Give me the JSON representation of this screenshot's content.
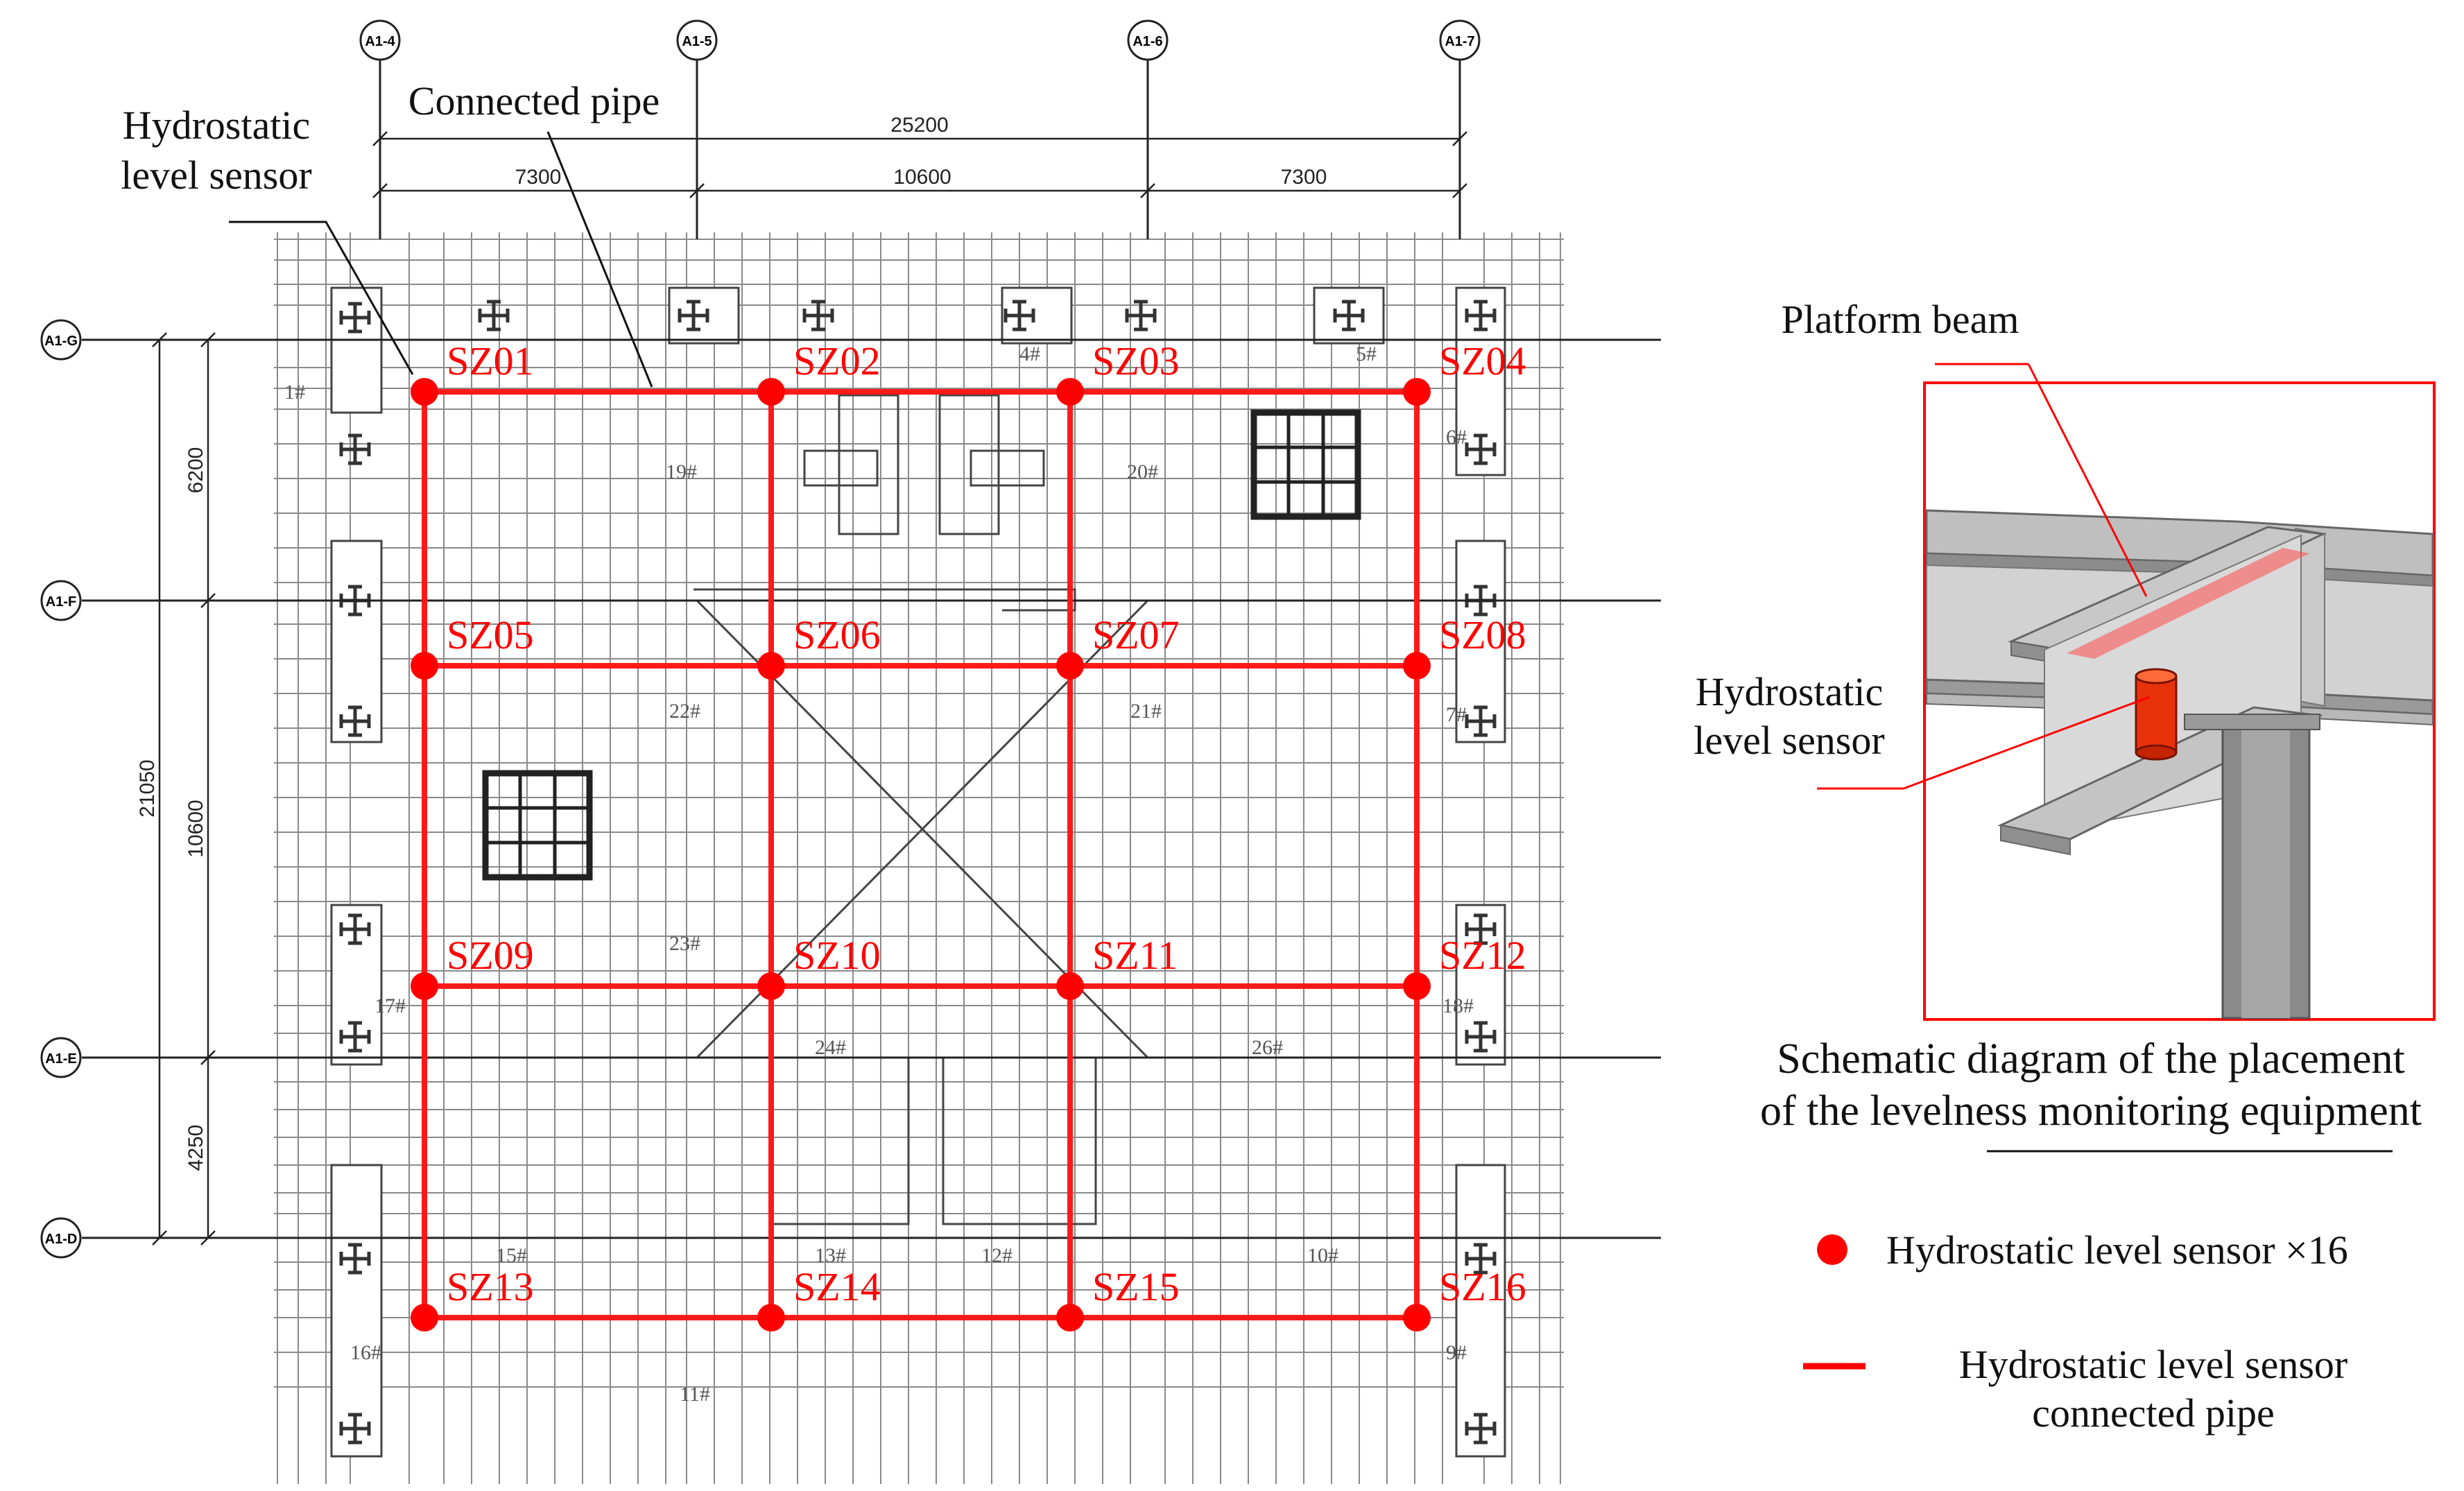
{
  "plan": {
    "axis_bubbles": {
      "top": [
        "A1-4",
        "A1-5",
        "A1-6",
        "A1-7"
      ],
      "left": [
        "A1-G",
        "A1-F",
        "A1-E",
        "A1-D"
      ]
    },
    "dimensions": {
      "total_width": "25200",
      "span_left": "7300",
      "span_middle": "10600",
      "span_right": "7300",
      "total_height": "21050",
      "span_top": "6200",
      "span_mid": "10600",
      "span_bottom": "4250"
    },
    "callouts": {
      "sensor": [
        "Hydrostatic",
        "level sensor"
      ],
      "pipe": "Connected pipe"
    },
    "sensor_labels": [
      "SZ01",
      "SZ02",
      "SZ03",
      "SZ04",
      "SZ05",
      "SZ06",
      "SZ07",
      "SZ08",
      "SZ09",
      "SZ10",
      "SZ11",
      "SZ12",
      "SZ13",
      "SZ14",
      "SZ15",
      "SZ16"
    ],
    "member_marks": [
      "1#",
      "4#",
      "5#",
      "6#",
      "19#",
      "20#",
      "22#",
      "21#",
      "7#",
      "23#",
      "17#",
      "18#",
      "24#",
      "26#",
      "15#",
      "13#",
      "12#",
      "10#",
      "16#",
      "9#",
      "11#"
    ]
  },
  "detail": {
    "beam_label": "Platform beam",
    "sensor_label": [
      "Hydrostatic",
      "level sensor"
    ],
    "caption": [
      "Schematic diagram of the placement",
      "of the levelness monitoring equipment"
    ]
  },
  "legend": {
    "sensor": "Hydrostatic level sensor ×16",
    "pipe": [
      "Hydrostatic level sensor",
      "connected pipe"
    ]
  },
  "colors": {
    "sensor": "#ff0000",
    "pipe": "#ff1a1a",
    "drawing_gray": "#8a8a8a",
    "dark": "#222222"
  }
}
